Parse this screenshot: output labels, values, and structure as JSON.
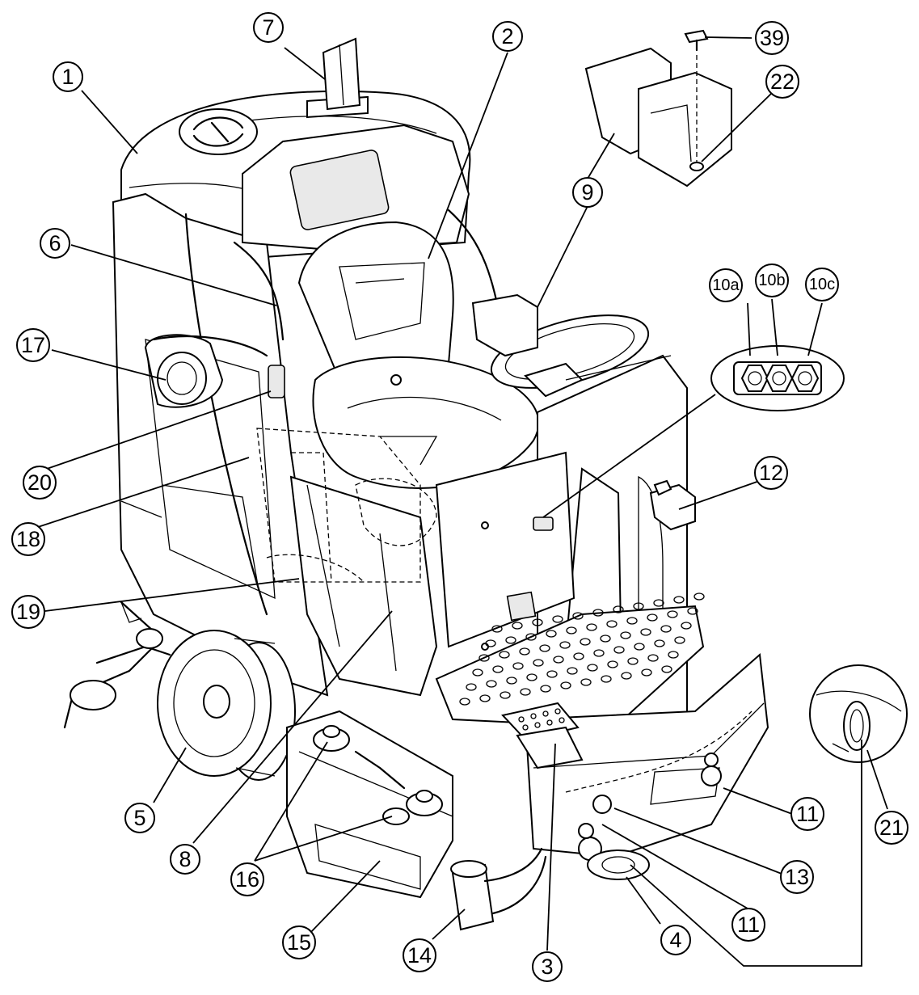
{
  "callouts": [
    {
      "label": "1"
    },
    {
      "label": "2"
    },
    {
      "label": "3"
    },
    {
      "label": "4"
    },
    {
      "label": "5"
    },
    {
      "label": "6"
    },
    {
      "label": "7"
    },
    {
      "label": "8"
    },
    {
      "label": "9"
    },
    {
      "label": "10a"
    },
    {
      "label": "10b"
    },
    {
      "label": "10c"
    },
    {
      "label": "11"
    },
    {
      "label": "11"
    },
    {
      "label": "12"
    },
    {
      "label": "13"
    },
    {
      "label": "14"
    },
    {
      "label": "15"
    },
    {
      "label": "16"
    },
    {
      "label": "17"
    },
    {
      "label": "18"
    },
    {
      "label": "19"
    },
    {
      "label": "20"
    },
    {
      "label": "21"
    },
    {
      "label": "22"
    },
    {
      "label": "39"
    }
  ]
}
